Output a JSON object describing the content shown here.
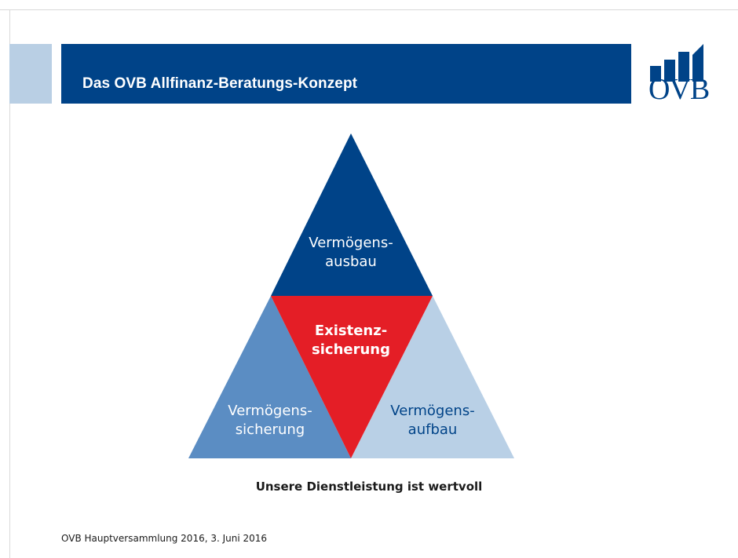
{
  "slide": {
    "title": "Das OVB Allfinanz-Beratungs-Konzept",
    "tagline": "Unsere Dienstleistung ist wertvoll",
    "footer": "OVB Hauptversammlung 2016, 3. Juni 2016"
  },
  "logo": {
    "text": "OVB",
    "color": "#004388"
  },
  "diagram": {
    "top": {
      "label": "Vermögens-\nausbau",
      "color": "#004388",
      "text_color": "#ffffff"
    },
    "center": {
      "label": "Existenz-\nsicherung",
      "color": "#e41e26",
      "text_color": "#ffffff"
    },
    "left": {
      "label": "Vermögens-\nsicherung",
      "color": "#5b8dc3",
      "text_color": "#ffffff"
    },
    "right": {
      "label": "Vermögens-\naufbau",
      "color": "#b9d0e6",
      "text_color": "#004388"
    }
  },
  "colors": {
    "accent_light": "#b9cfe4",
    "brand_blue": "#004388"
  }
}
